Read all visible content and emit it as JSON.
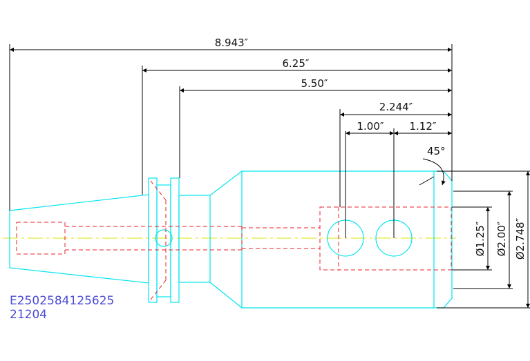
{
  "dimensions": {
    "overall_length": "8.943″",
    "gauge_to_end": "6.25″",
    "flange_to_end": "5.50″",
    "hole_span": "2.244″",
    "hole_pitch": "1.00″",
    "hole_to_end": "1.12″",
    "chamfer_angle": "45°",
    "dia_bore": "Ø1.25″",
    "dia_inner": "Ø2.00″",
    "dia_outer": "Ø2.748″"
  },
  "part_number": {
    "line1": "E2502584125625",
    "line2": "21204"
  },
  "colors": {
    "outline": "#00e5ee",
    "hidden": "#e8202a",
    "center": "#e6e600",
    "dimension": "#000000",
    "text": "#111111",
    "part_number": "#4b4bd8"
  }
}
